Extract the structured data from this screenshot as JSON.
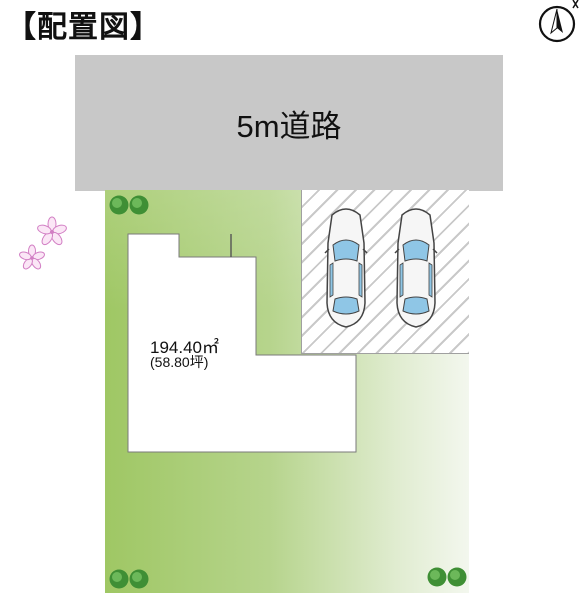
{
  "title": "【配置図】",
  "road": {
    "label": "5m道路"
  },
  "lot": {
    "area": "194.40㎡",
    "tsubo": "(58.80坪)"
  },
  "colors": {
    "road": "#c8c8c8",
    "lot_green": "#9fc764",
    "building": "#ffffff",
    "car_glass": "#8fc6e6",
    "shrub": "#4a9a3a",
    "blossom": "#e89ad6"
  },
  "icons": [
    "compass-icon",
    "car-icon",
    "shrub-icon",
    "cherry-blossom-icon"
  ]
}
